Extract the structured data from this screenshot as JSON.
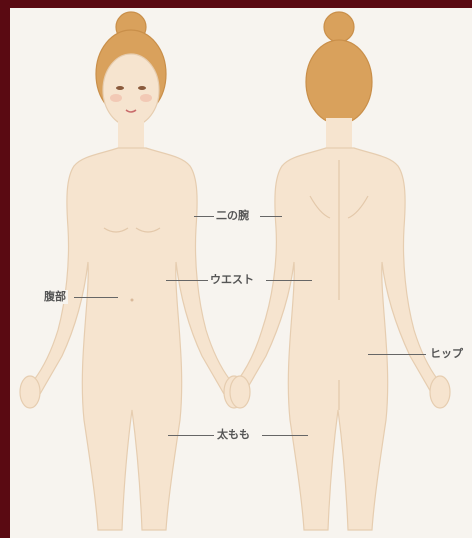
{
  "labels": {
    "upper_arm": "二の腕",
    "waist": "ウエスト",
    "abdomen": "腹部",
    "hip": "ヒップ",
    "thigh": "太もも"
  },
  "colors": {
    "frame": "#5a0a12",
    "background": "#f7f4ef",
    "skin": "#f6e4cf",
    "skin_outline": "#e6cdb0",
    "hair": "#d9a15c",
    "label_line": "#666666"
  }
}
